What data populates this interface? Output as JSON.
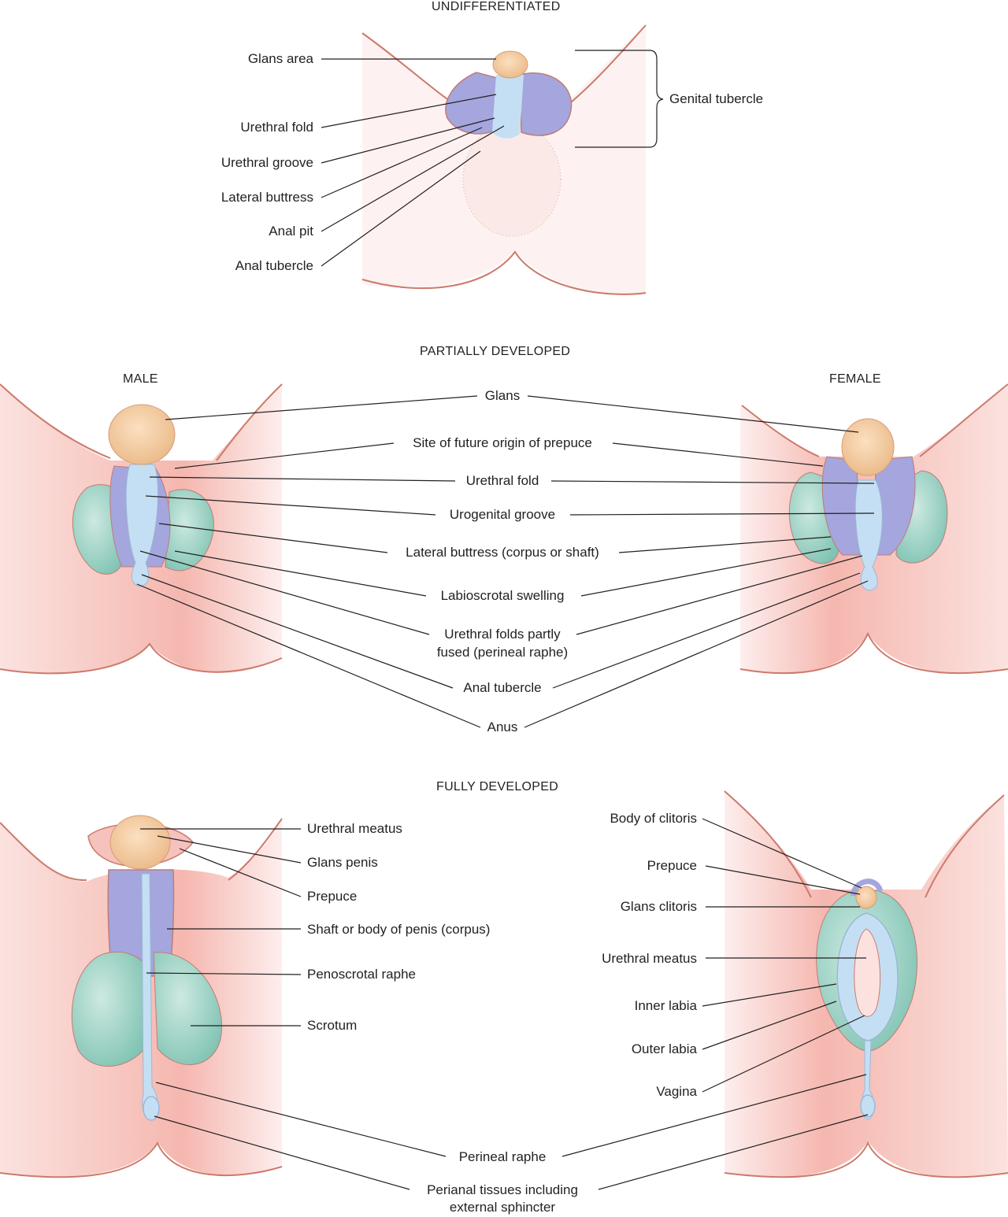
{
  "headings": {
    "undifferentiated": "UNDIFFERENTIATED",
    "partially_developed": "PARTIALLY DEVELOPED",
    "male": "MALE",
    "female": "FEMALE",
    "fully_developed": "FULLY DEVELOPED"
  },
  "undifferentiated_labels": {
    "glans_area": "Glans area",
    "urethral_fold": "Urethral fold",
    "urethral_groove": "Urethral groove",
    "lateral_buttress": "Lateral buttress",
    "anal_pit": "Anal pit",
    "anal_tubercle": "Anal tubercle",
    "genital_tubercle": "Genital tubercle"
  },
  "partial_labels": {
    "glans": "Glans",
    "site_prepuce": "Site of future origin of prepuce",
    "urethral_fold": "Urethral fold",
    "urogenital_groove": "Urogenital groove",
    "lateral_buttress": "Lateral buttress (corpus or shaft)",
    "labioscrotal": "Labioscrotal swelling",
    "urethral_folds_fused_1": "Urethral folds partly",
    "urethral_folds_fused_2": "fused (perineal raphe)",
    "anal_tubercle": "Anal tubercle",
    "anus": "Anus"
  },
  "male_full_labels": {
    "urethral_meatus": "Urethral meatus",
    "glans_penis": "Glans penis",
    "prepuce": "Prepuce",
    "shaft": "Shaft or body of penis (corpus)",
    "penoscrotal_raphe": "Penoscrotal raphe",
    "scrotum": "Scrotum"
  },
  "female_full_labels": {
    "body_clitoris": "Body of clitoris",
    "prepuce": "Prepuce",
    "glans_clitoris": "Glans clitoris",
    "urethral_meatus": "Urethral meatus",
    "inner_labia": "Inner labia",
    "outer_labia": "Outer labia",
    "vagina": "Vagina"
  },
  "shared_full_labels": {
    "perineal_raphe": "Perineal raphe",
    "perianal_1": "Perianal tissues including",
    "perianal_2": "external sphincter"
  },
  "colors": {
    "skin_light": "#fdeeed",
    "skin_mid": "#f6c2bd",
    "skin_outline": "#cc7a6c",
    "glans": "#f3c597",
    "lavender": "#a4a6dd",
    "light_blue": "#c4dff3",
    "teal": "#8fcfbf",
    "leader_line": "#231f20"
  }
}
